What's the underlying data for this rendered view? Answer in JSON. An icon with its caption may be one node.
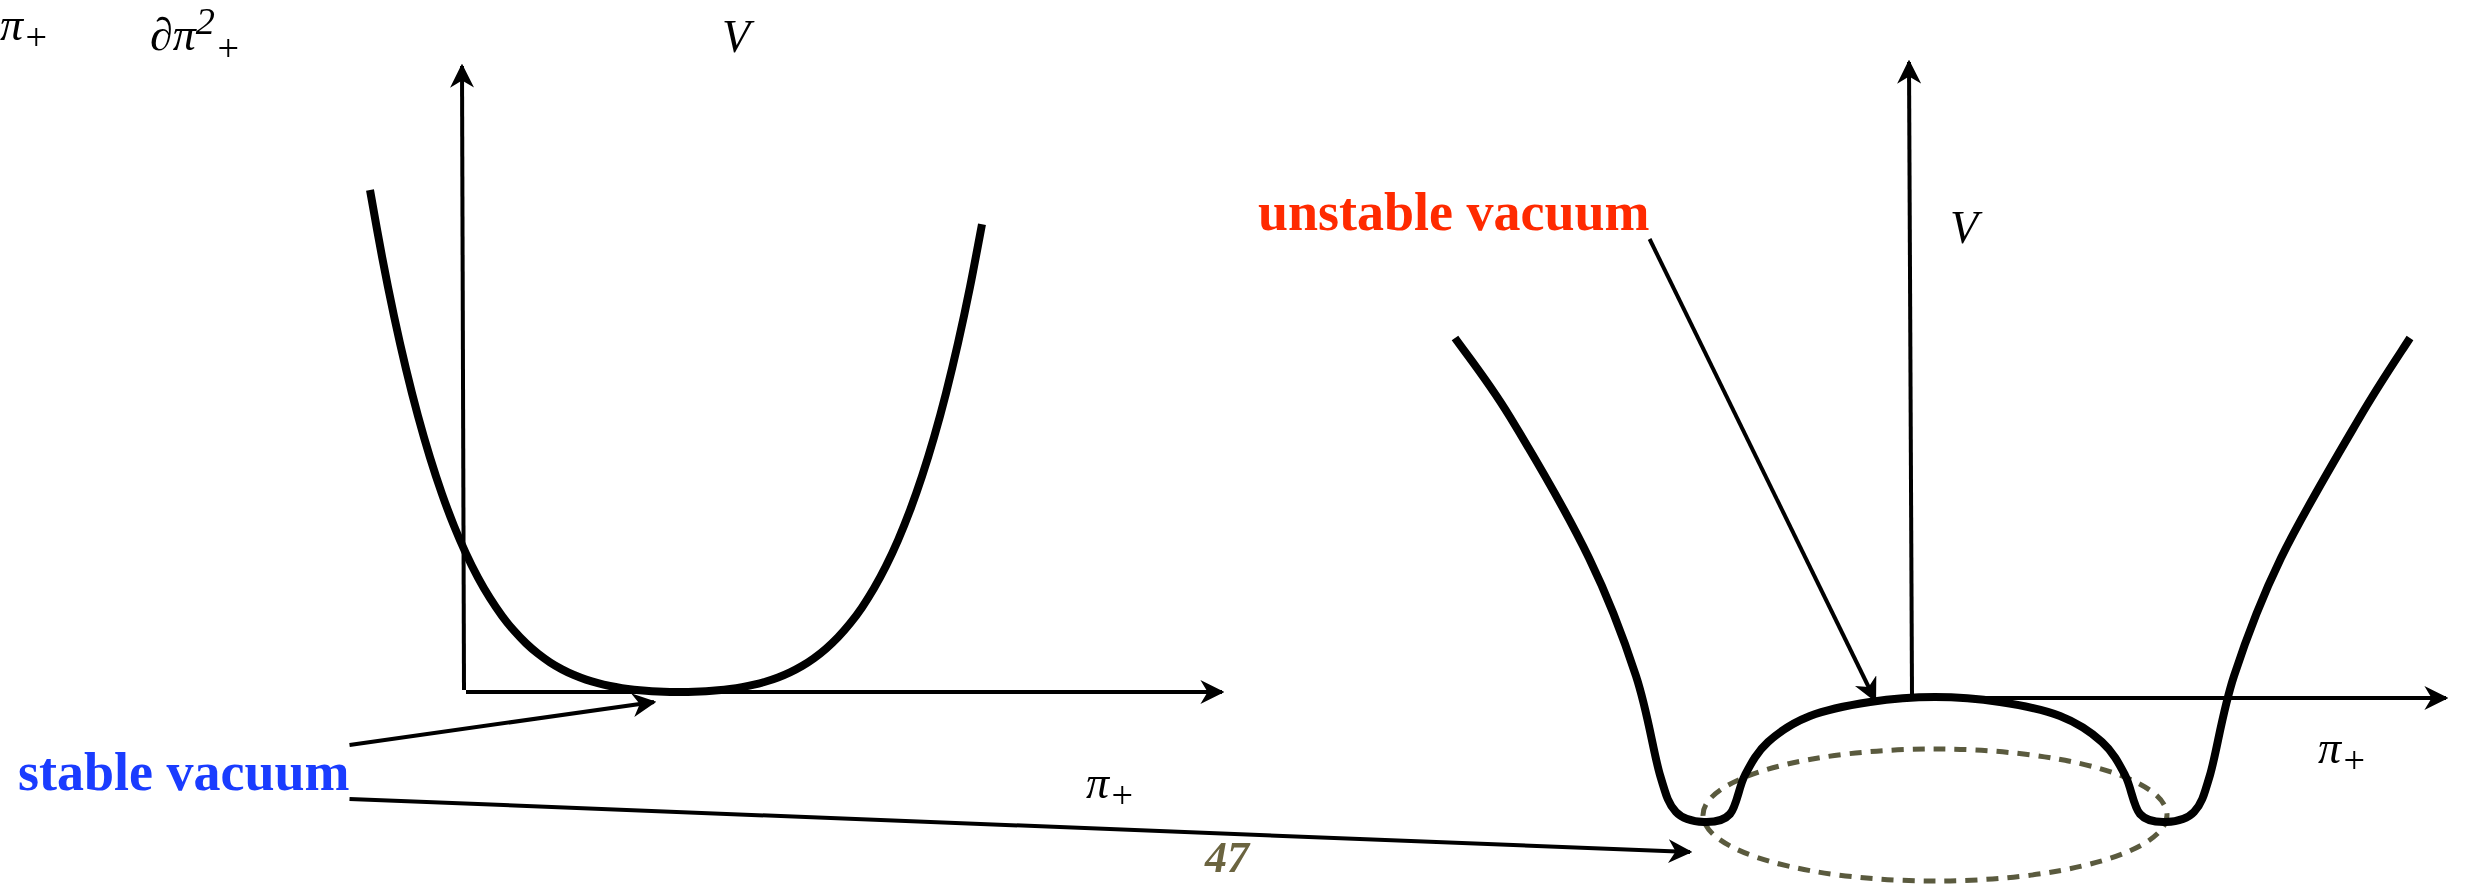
{
  "diagram": {
    "nodes": [
      {
        "text": [
          "stable vacuum"
        ]
      },
      {
        "text": [
          "unstable vacuum"
        ]
      },
      {
        "text": [],
        "shape": "ellipse"
      },
      {
        "text": [],
        "shape": "curve"
      },
      {
        "text": [],
        "shape": "curve"
      }
    ],
    "edges": [
      {
        "from": 0,
        "to": 3,
        "arrow": "to"
      },
      {
        "from": 0,
        "to": 2,
        "arrow": "to"
      },
      {
        "from": 1,
        "to": 4,
        "arrow": "to"
      }
    ],
    "labels": [
      "π$_{+}$",
      "∂π$^{2}$$_{+}$",
      "V",
      "π$_{+}$",
      "V",
      "π$_{+}$",
      "47"
    ]
  }
}
